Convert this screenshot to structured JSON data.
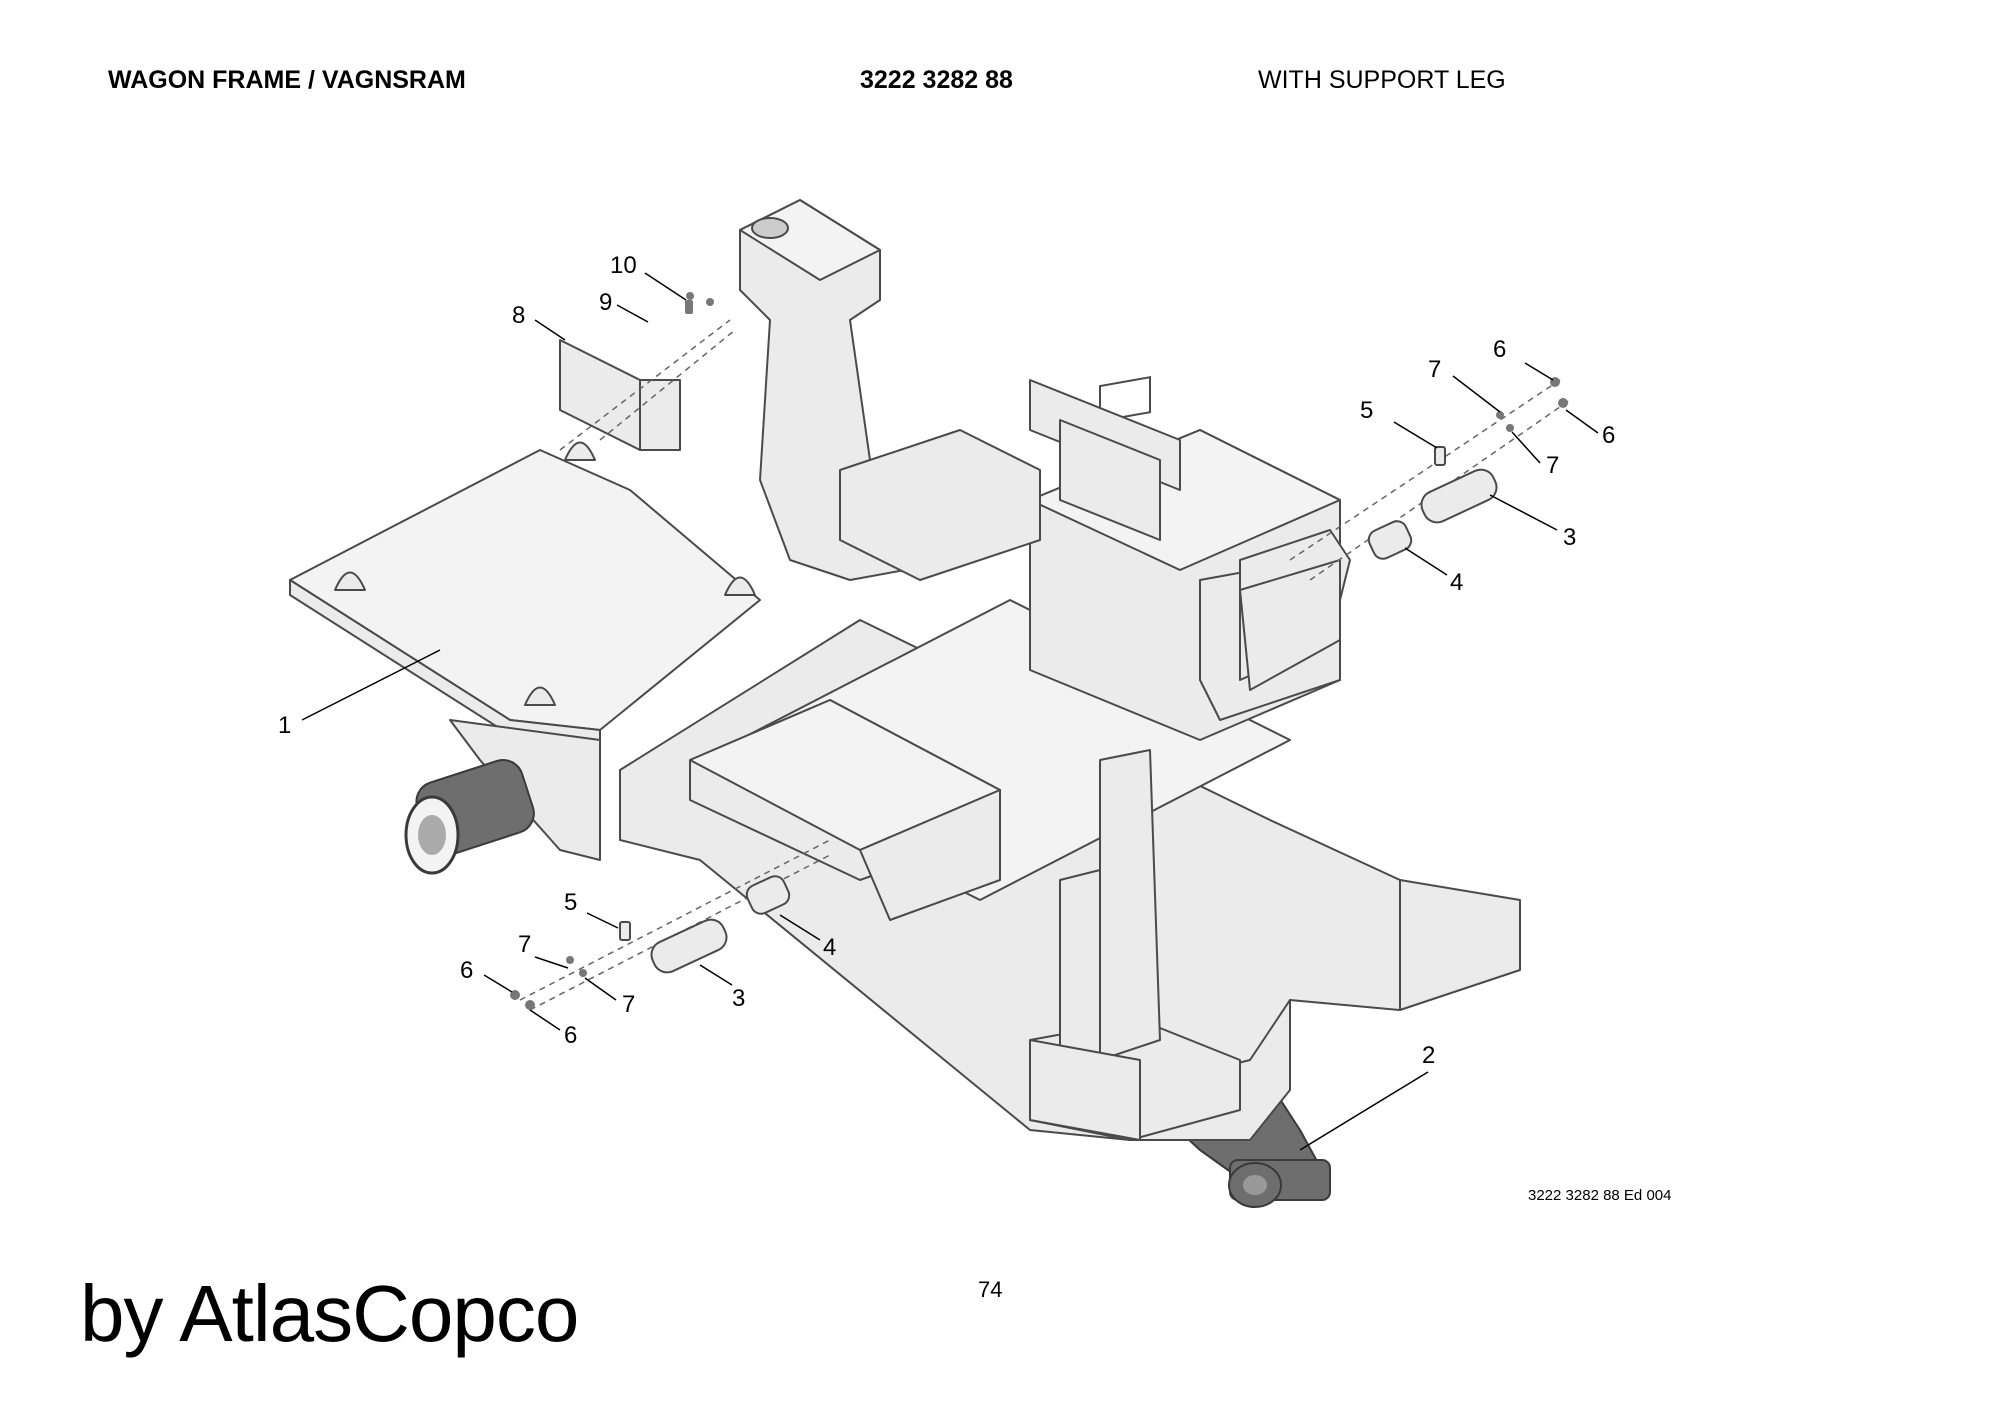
{
  "header": {
    "title": "WAGON FRAME / VAGNSRAM",
    "part_number": "3222 3282 88",
    "note": "WITH SUPPORT LEG"
  },
  "callouts": {
    "c1": "1",
    "c2": "2",
    "c3a": "3",
    "c3b": "3",
    "c4a": "4",
    "c4b": "4",
    "c5a": "5",
    "c5b": "5",
    "c6a": "6",
    "c6b": "6",
    "c6c": "6",
    "c6d": "6",
    "c7a": "7",
    "c7b": "7",
    "c7c": "7",
    "c7d": "7",
    "c8": "8",
    "c9": "9",
    "c10": "10"
  },
  "footer": {
    "drawing_ref": "3222 3282 88 Ed 004",
    "page_number": "74",
    "brand": "by AtlasCopco"
  },
  "colors": {
    "part_fill": "#ebebeb",
    "part_stroke": "#4a4a4a",
    "dark_part": "#6e6e6e"
  }
}
